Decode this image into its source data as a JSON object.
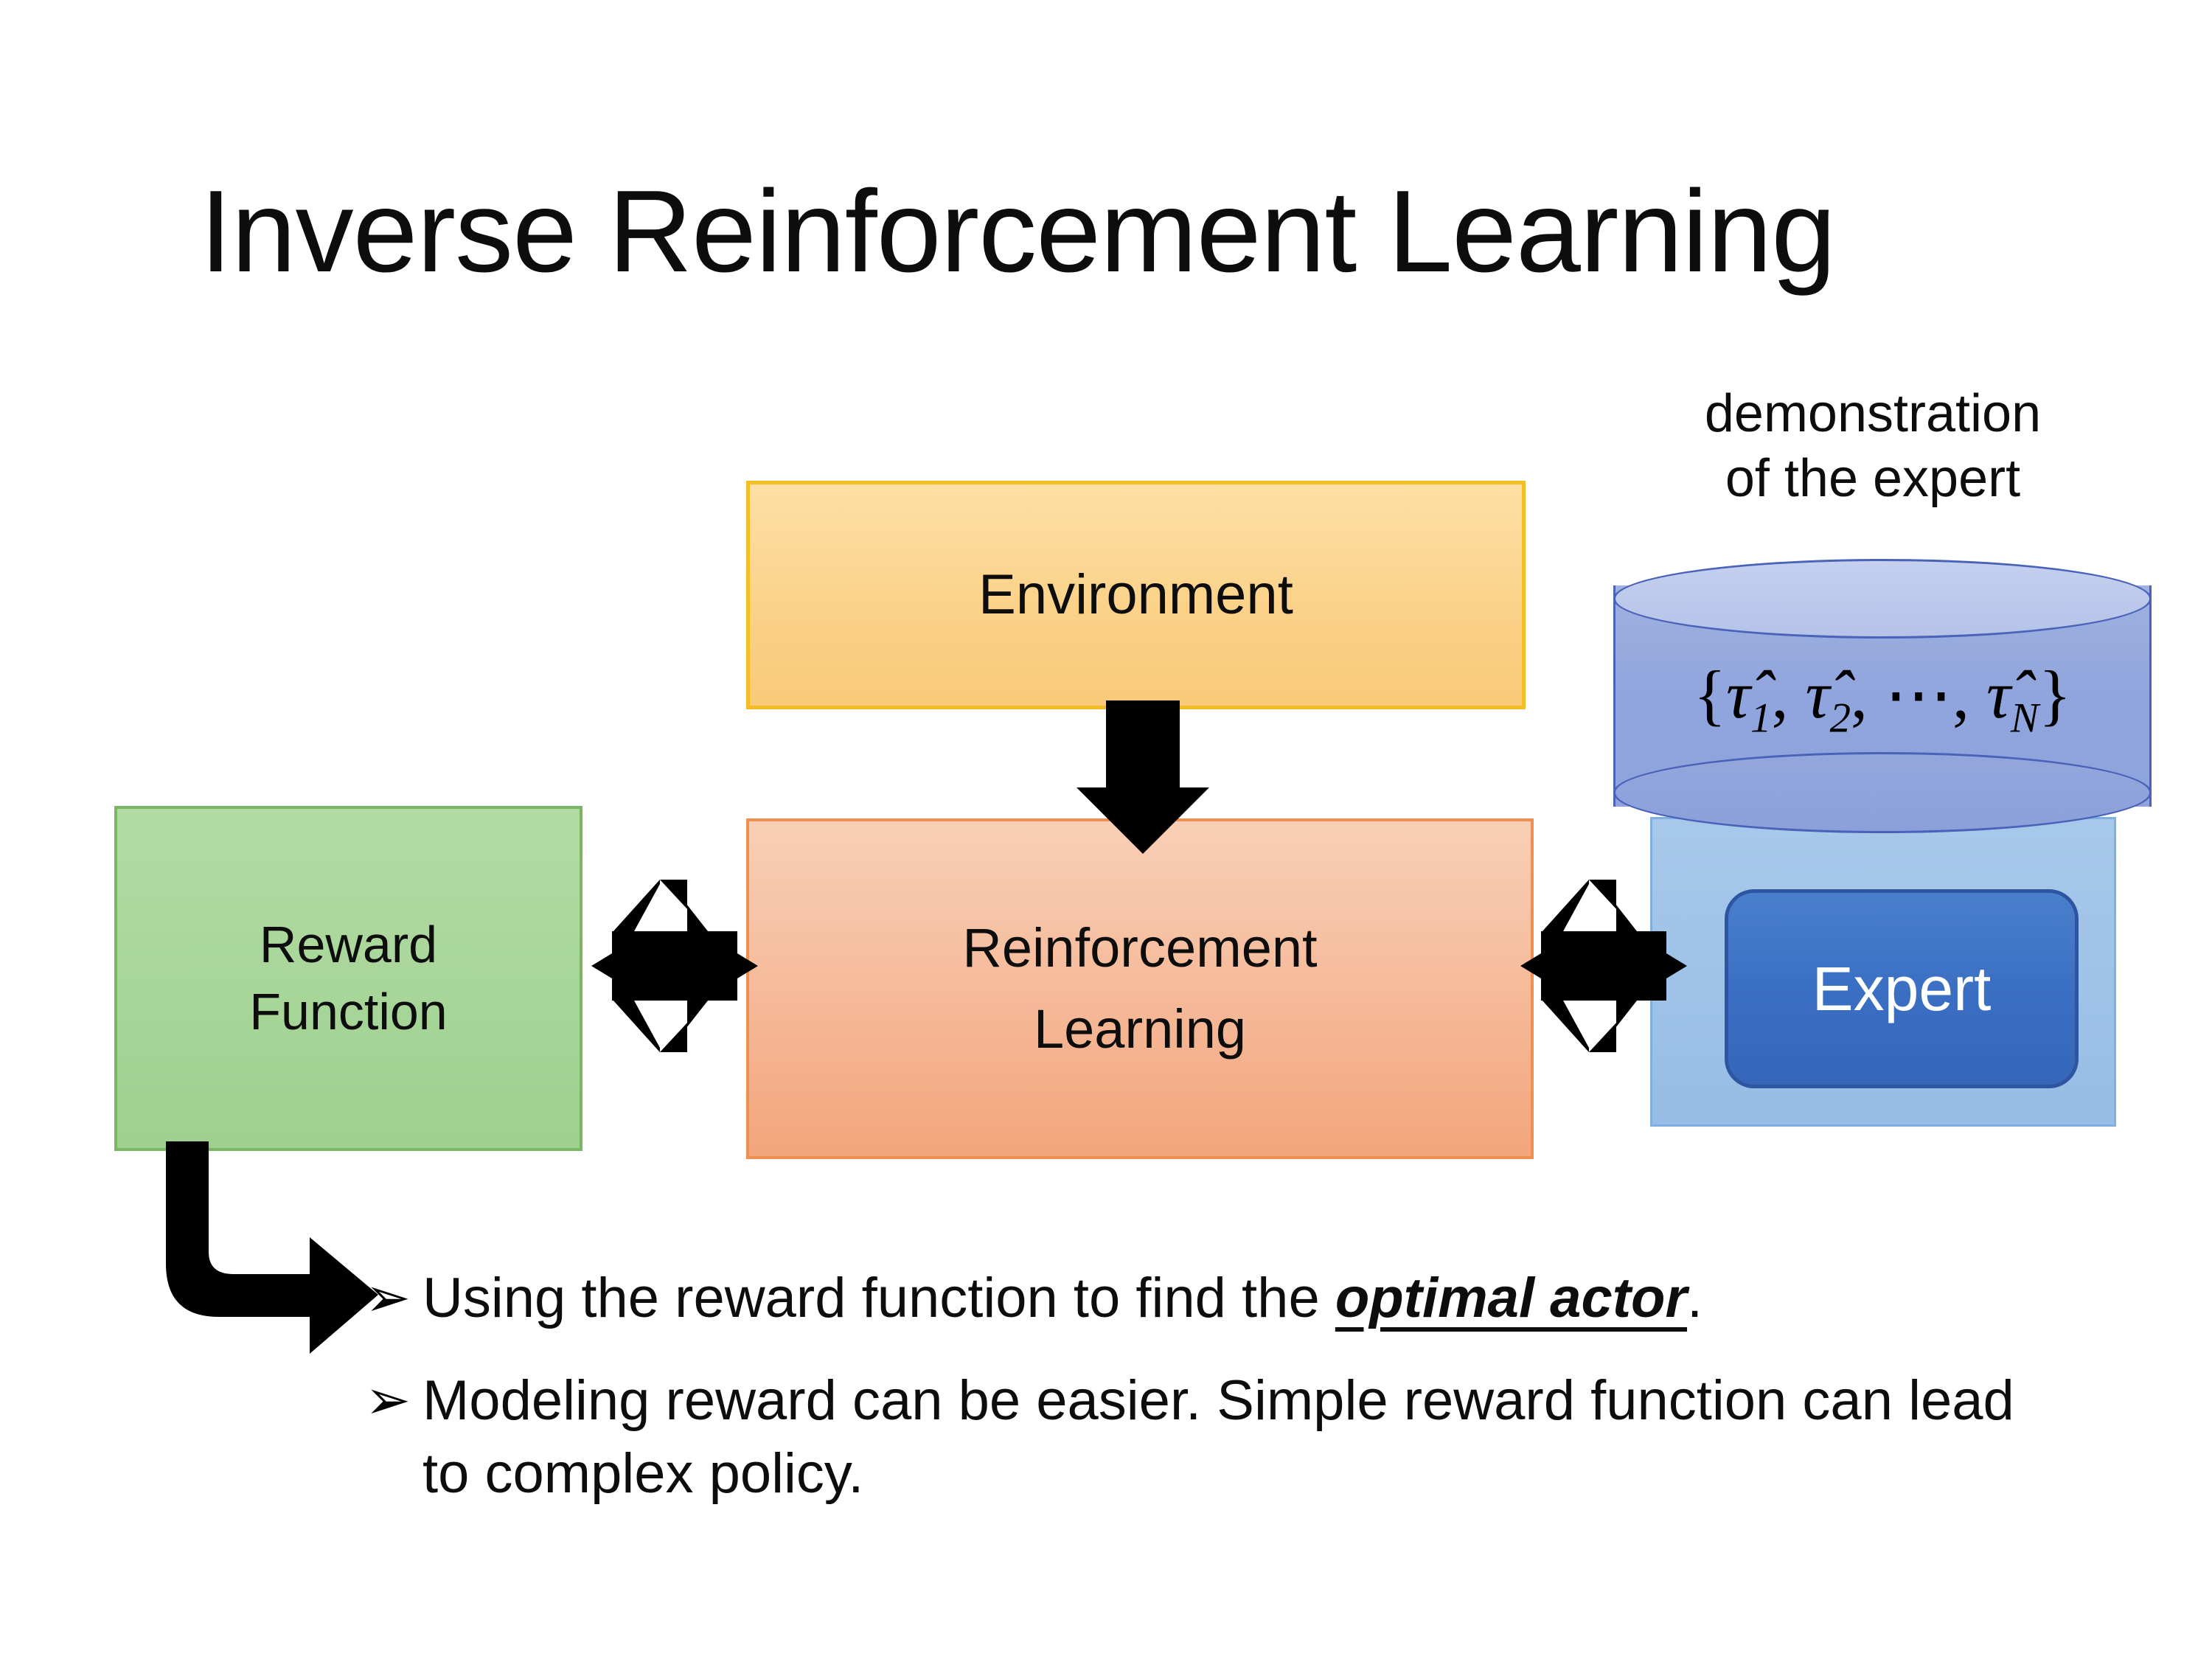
{
  "slide": {
    "title": "Inverse Reinforcement Learning",
    "background_color": "#ffffff"
  },
  "diagram": {
    "environment": {
      "label": "Environment",
      "fill_color": "#fbd289",
      "border_color": "#f3bd26"
    },
    "reward_function": {
      "line1": "Reward",
      "line2": "Function",
      "fill_color": "#a7d598",
      "border_color": "#7ab765"
    },
    "reinforcement_learning": {
      "line1": "Reinforcement",
      "line2": "Learning",
      "fill_color": "#f5b795",
      "border_color": "#ef8f52"
    },
    "expert_group": {
      "caption_line1": "demonstration",
      "caption_line2": "of the expert",
      "panel_color": "#9dc2e8",
      "cylinder_color": "#93a7dd",
      "cylinder_top_color": "#bccbec",
      "trajectory_set": {
        "open_brace": "{",
        "items": [
          "τ̂1",
          "τ̂2",
          "⋯",
          "τ̂N"
        ],
        "close_brace": "}",
        "plain": "{τ̂₁, τ̂₂, ⋯, τ̂ₙ}"
      },
      "expert": {
        "label": "Expert",
        "fill_color": "#3b6fc3",
        "border_color": "#2e55a0",
        "text_color": "#ffffff"
      }
    },
    "arrows": {
      "environment_to_rl": "down-arrow-icon",
      "reward_to_rl": "left-right-up-down-arrow-icon",
      "rl_to_expert": "left-right-up-down-arrow-icon",
      "reward_to_bullet": "bent-arrow-icon",
      "color": "#000000"
    }
  },
  "bullets": {
    "marker": "➢",
    "items": [
      {
        "prefix": "Using the reward function to find the ",
        "emphasis": "optimal actor",
        "suffix": "."
      },
      {
        "prefix": "Modeling reward can be easier. Simple reward function can lead to complex policy.",
        "emphasis": "",
        "suffix": ""
      }
    ]
  }
}
